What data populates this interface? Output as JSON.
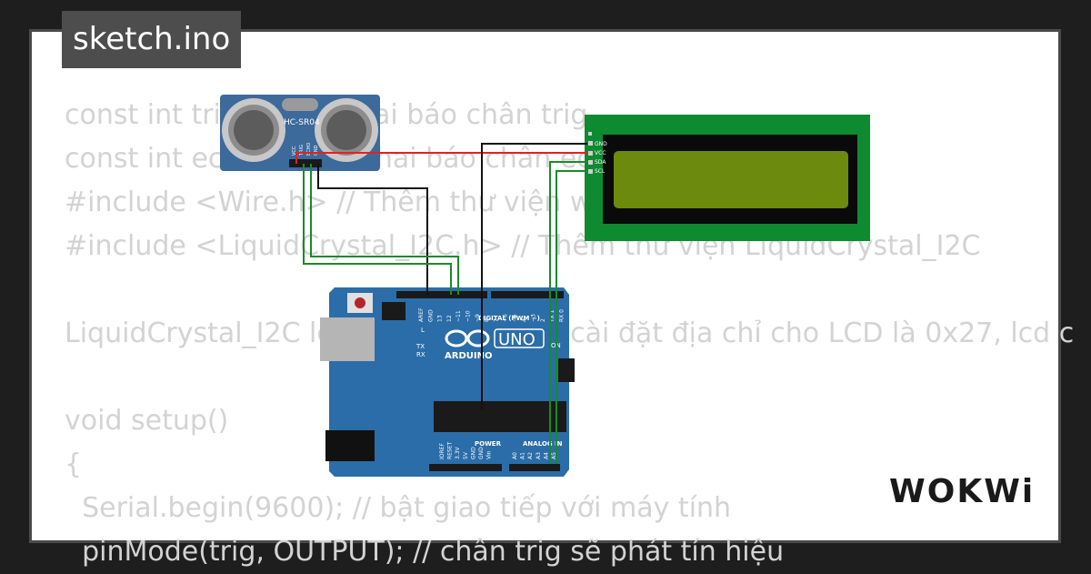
{
  "tab": {
    "title": "sketch.ino"
  },
  "code_lines": [
    "const int trig = 8; // khai báo chân trig",
    "const int echo = 7; // khai báo chân echo",
    "#include <Wire.h> // Thêm thư viện wire",
    "#include <LiquidCrystal_I2C.h> // Thêm thư viện LiquidCrystal_I2C",
    "",
    "LiquidCrystal_I2C lcd(0x27, 16, 2); // cài đặt địa chỉ cho LCD là 0x27, lcd c",
    "",
    "void setup()",
    "{",
    "  Serial.begin(9600); // bật giao tiếp với máy tính",
    "  pinMode(trig, OUTPUT); // chân trig sẽ phát tín hiệu"
  ],
  "sensor": {
    "label": "HC-SR04",
    "pins": [
      "VCC",
      "TRIG",
      "ECHO",
      "GND"
    ]
  },
  "lcd": {
    "pins": [
      "GND",
      "VCC",
      "SDA",
      "SCL"
    ],
    "backlight_color": "#6b8a0e"
  },
  "arduino": {
    "brand": "ARDUINO",
    "model": "UNO",
    "digital_label": "DIGITAL (PWM ~)",
    "power_label": "POWER",
    "analog_label": "ANALOG IN",
    "on_label": "ON",
    "led_labels": [
      "L",
      "TX",
      "RX"
    ],
    "digital_pins": [
      "AREF",
      "GND",
      "13",
      "12",
      "~11",
      "~10",
      "~9",
      "8",
      "7",
      "~6",
      "~5",
      "4",
      "~3",
      "2",
      "TX 1",
      "RX 0"
    ],
    "power_pins": [
      "IOREF",
      "RESET",
      "3.3V",
      "5V",
      "GND",
      "GND",
      "Vin"
    ],
    "analog_pins": [
      "A0",
      "A1",
      "A2",
      "A3",
      "A4",
      "A5"
    ]
  },
  "wires": [
    {
      "name": "vcc-wire",
      "color": "#e8201c"
    },
    {
      "name": "gnd-wire",
      "color": "#111111"
    },
    {
      "name": "signal-wire",
      "color": "#1a8a2a"
    }
  ],
  "brand": {
    "logo": "WOKWi"
  }
}
